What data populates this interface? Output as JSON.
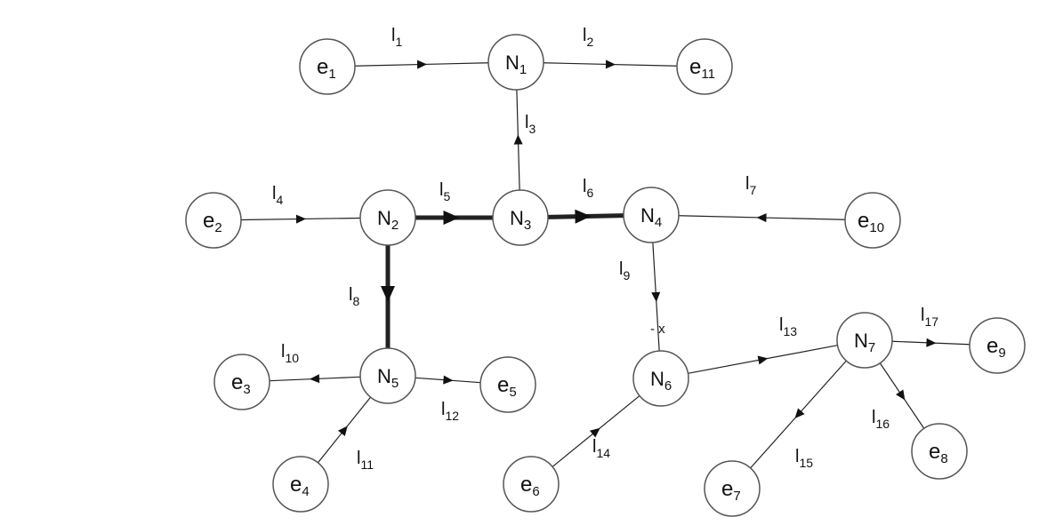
{
  "nodes": [
    {
      "id": "e1",
      "main": "e",
      "sub": "1"
    },
    {
      "id": "N1",
      "main": "N",
      "sub": "1"
    },
    {
      "id": "e11",
      "main": "e",
      "sub": "11"
    },
    {
      "id": "e2",
      "main": "e",
      "sub": "2"
    },
    {
      "id": "N2",
      "main": "N",
      "sub": "2"
    },
    {
      "id": "N3",
      "main": "N",
      "sub": "3"
    },
    {
      "id": "N4",
      "main": "N",
      "sub": "4"
    },
    {
      "id": "e10",
      "main": "e",
      "sub": "10"
    },
    {
      "id": "N5",
      "main": "N",
      "sub": "5"
    },
    {
      "id": "e3",
      "main": "e",
      "sub": "3"
    },
    {
      "id": "e5",
      "main": "e",
      "sub": "5"
    },
    {
      "id": "e4",
      "main": "e",
      "sub": "4"
    },
    {
      "id": "N6",
      "main": "N",
      "sub": "6"
    },
    {
      "id": "e6",
      "main": "e",
      "sub": "6"
    },
    {
      "id": "N7",
      "main": "N",
      "sub": "7"
    },
    {
      "id": "e9",
      "main": "e",
      "sub": "9"
    },
    {
      "id": "e7",
      "main": "e",
      "sub": "7"
    },
    {
      "id": "e8",
      "main": "e",
      "sub": "8"
    }
  ],
  "edges": [
    {
      "id": "l1",
      "main": "l",
      "sub": "1",
      "from": "e1",
      "to": "N1",
      "bold": false
    },
    {
      "id": "l2",
      "main": "l",
      "sub": "2",
      "from": "N1",
      "to": "e11",
      "bold": false
    },
    {
      "id": "l3",
      "main": "l",
      "sub": "3",
      "from": "N3",
      "to": "N1",
      "bold": false
    },
    {
      "id": "l4",
      "main": "l",
      "sub": "4",
      "from": "e2",
      "to": "N2",
      "bold": false
    },
    {
      "id": "l5",
      "main": "l",
      "sub": "5",
      "from": "N2",
      "to": "N3",
      "bold": true
    },
    {
      "id": "l6",
      "main": "l",
      "sub": "6",
      "from": "N3",
      "to": "N4",
      "bold": true
    },
    {
      "id": "l7",
      "main": "l",
      "sub": "7",
      "from": "e10",
      "to": "N4",
      "bold": false
    },
    {
      "id": "l8",
      "main": "l",
      "sub": "8",
      "from": "N2",
      "to": "N5",
      "bold": true
    },
    {
      "id": "l9",
      "main": "l",
      "sub": "9",
      "from": "N4",
      "to": "N6",
      "bold": false
    },
    {
      "id": "l10",
      "main": "l",
      "sub": "10",
      "from": "N5",
      "to": "e3",
      "bold": false
    },
    {
      "id": "l11",
      "main": "l",
      "sub": "11",
      "from": "e4",
      "to": "N5",
      "bold": false
    },
    {
      "id": "l12",
      "main": "l",
      "sub": "12",
      "from": "N5",
      "to": "e5",
      "bold": false
    },
    {
      "id": "l13",
      "main": "l",
      "sub": "13",
      "from": "N6",
      "to": "N7",
      "bold": false
    },
    {
      "id": "l14",
      "main": "l",
      "sub": "14",
      "from": "e6",
      "to": "N6",
      "bold": false
    },
    {
      "id": "l15",
      "main": "l",
      "sub": "15",
      "from": "N7",
      "to": "e7",
      "bold": false
    },
    {
      "id": "l16",
      "main": "l",
      "sub": "16",
      "from": "N7",
      "to": "e8",
      "bold": false
    },
    {
      "id": "l17",
      "main": "l",
      "sub": "17",
      "from": "N7",
      "to": "e9",
      "bold": false
    }
  ],
  "annotations": [
    {
      "id": "x-mark",
      "text": "- x"
    }
  ]
}
